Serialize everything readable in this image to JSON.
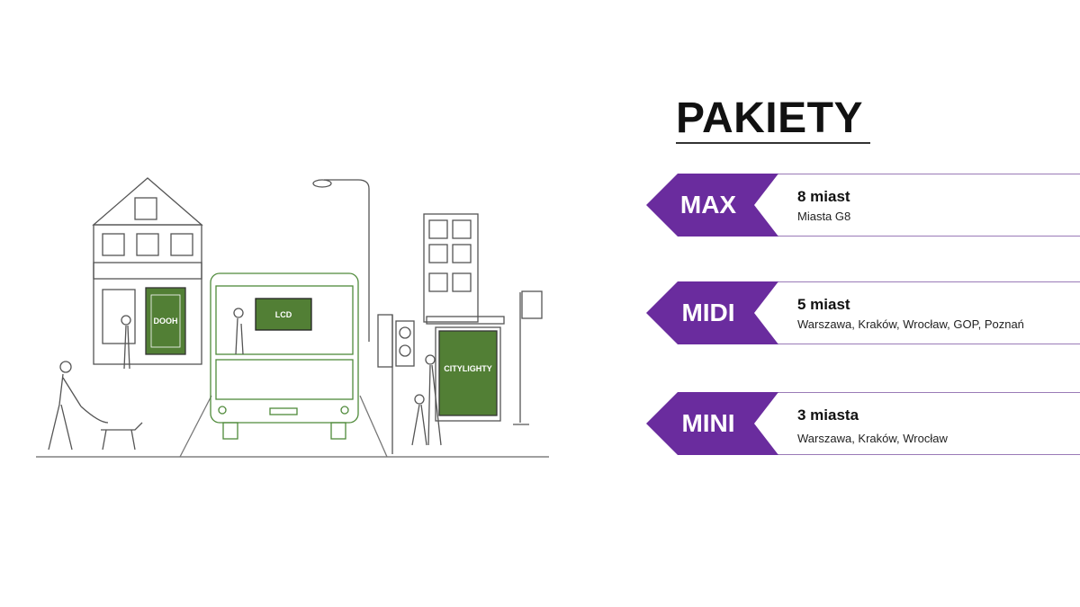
{
  "title": "PAKIETY",
  "colors": {
    "purple": "#6a2c9e",
    "line": "#9a7bb7",
    "green": "#527f35"
  },
  "illustration": {
    "dooh_label": "DOOH",
    "lcd_label": "LCD",
    "citylight_label": "CITYLIGHTY"
  },
  "packages": [
    {
      "name": "MAX",
      "headline": "8 miast",
      "cities": "Miasta G8"
    },
    {
      "name": "MIDI",
      "headline": "5 miast",
      "cities": "Warszawa, Kraków, Wrocław, GOP, Poznań"
    },
    {
      "name": "MINI",
      "headline": "3 miasta",
      "cities": "Warszawa, Kraków, Wrocław"
    }
  ]
}
